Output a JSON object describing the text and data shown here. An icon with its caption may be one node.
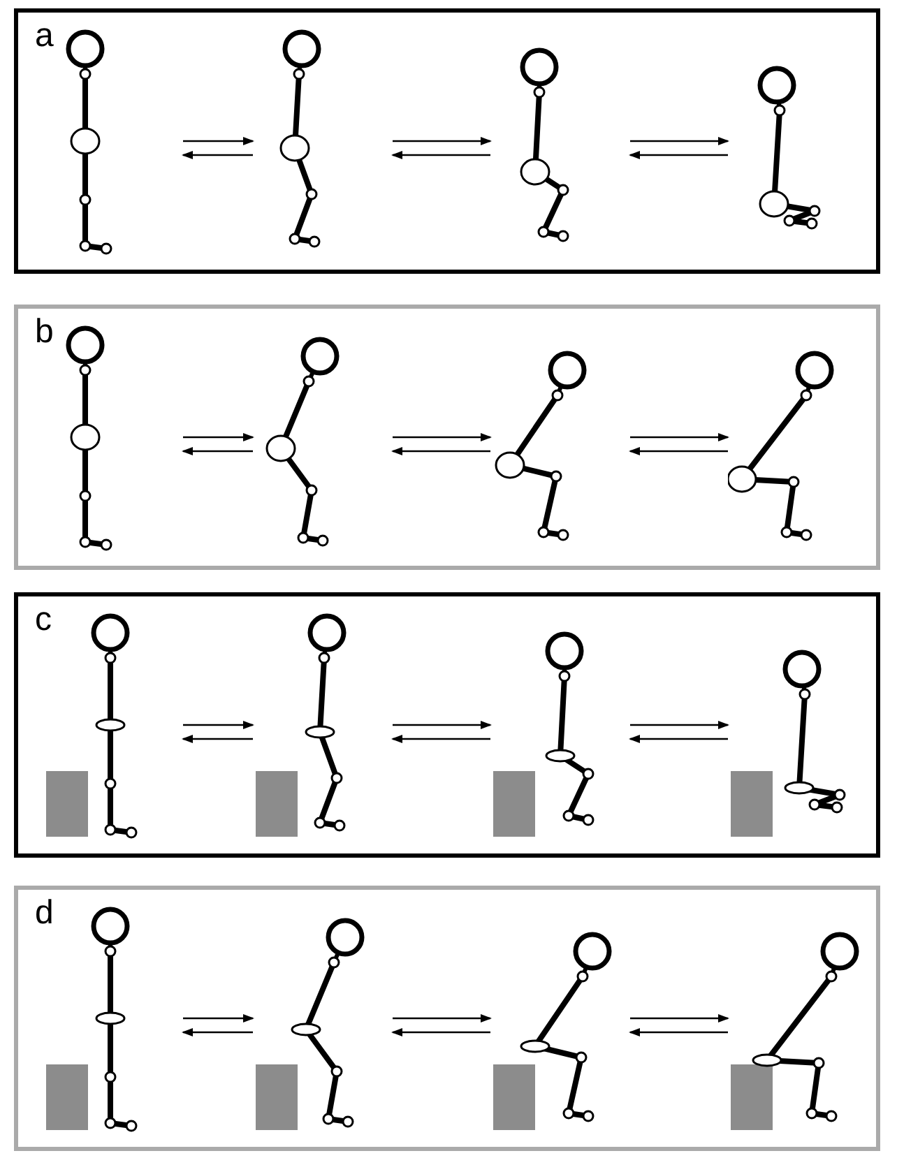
{
  "diagram": {
    "nodes": [
      {
        "text": [
          "a"
        ]
      },
      {
        "text": [],
        "shape": "picture",
        "in": 0
      },
      {
        "text": [],
        "shape": "picture",
        "in": 0
      },
      {
        "text": [],
        "shape": "picture",
        "in": 0
      },
      {
        "text": [],
        "shape": "picture",
        "in": 0
      },
      {
        "text": [
          "b"
        ]
      },
      {
        "text": [],
        "shape": "picture",
        "in": 5
      },
      {
        "text": [],
        "shape": "picture",
        "in": 5
      },
      {
        "text": [],
        "shape": "picture",
        "in": 5
      },
      {
        "text": [],
        "shape": "picture",
        "in": 5
      },
      {
        "text": [
          "c"
        ]
      },
      {
        "text": [],
        "shape": "picture",
        "in": 10
      },
      {
        "text": [],
        "shape": "picture",
        "in": 10
      },
      {
        "text": [],
        "shape": "picture",
        "in": 10
      },
      {
        "text": [],
        "shape": "picture",
        "in": 10
      },
      {
        "text": [
          "d"
        ]
      },
      {
        "text": [],
        "shape": "picture",
        "in": 15
      },
      {
        "text": [],
        "shape": "picture",
        "in": 15
      },
      {
        "text": [],
        "shape": "picture",
        "in": 15
      },
      {
        "text": [],
        "shape": "picture",
        "in": 15
      }
    ],
    "edges": [
      {
        "from": 1,
        "to": 2,
        "arrow": "to"
      },
      {
        "from": 2,
        "to": 1,
        "arrow": "to"
      },
      {
        "from": 2,
        "to": 3,
        "arrow": "to"
      },
      {
        "from": 3,
        "to": 2,
        "arrow": "to"
      },
      {
        "from": 3,
        "to": 4,
        "arrow": "to"
      },
      {
        "from": 4,
        "to": 3,
        "arrow": "to"
      },
      {
        "from": 6,
        "to": 7,
        "arrow": "to"
      },
      {
        "from": 7,
        "to": 6,
        "arrow": "to"
      },
      {
        "from": 7,
        "to": 8,
        "arrow": "to"
      },
      {
        "from": 8,
        "to": 7,
        "arrow": "to"
      },
      {
        "from": 8,
        "to": 9,
        "arrow": "to"
      },
      {
        "from": 9,
        "to": 8,
        "arrow": "to"
      },
      {
        "from": 11,
        "to": 12,
        "arrow": "to"
      },
      {
        "from": 12,
        "to": 11,
        "arrow": "to"
      },
      {
        "from": 12,
        "to": 13,
        "arrow": "to"
      },
      {
        "from": 13,
        "to": 12,
        "arrow": "to"
      },
      {
        "from": 13,
        "to": 14,
        "arrow": "to"
      },
      {
        "from": 14,
        "to": 13,
        "arrow": "to"
      },
      {
        "from": 16,
        "to": 17,
        "arrow": "to"
      },
      {
        "from": 17,
        "to": 16,
        "arrow": "to"
      },
      {
        "from": 17,
        "to": 18,
        "arrow": "to"
      },
      {
        "from": 18,
        "to": 17,
        "arrow": "to"
      },
      {
        "from": 18,
        "to": 19,
        "arrow": "to"
      },
      {
        "from": 19,
        "to": 18,
        "arrow": "to"
      }
    ]
  }
}
